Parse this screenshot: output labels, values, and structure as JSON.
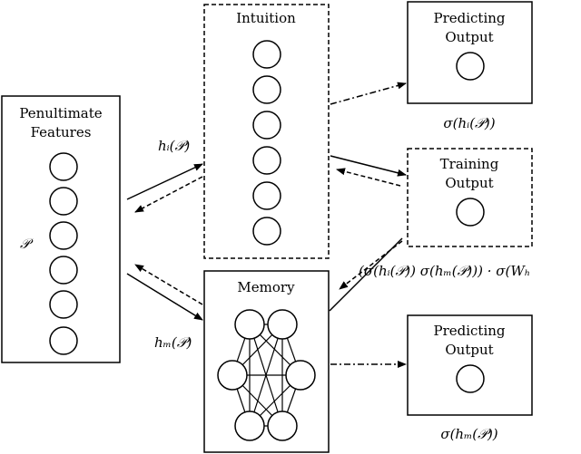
{
  "boxes": {
    "penultimate": {
      "label_line1": "Penultimate",
      "label_line2": "Features",
      "symbol": "𝒫"
    },
    "intuition": {
      "label": "Intuition"
    },
    "memory": {
      "label": "Memory"
    },
    "predicting_top": {
      "label_line1": "Predicting",
      "label_line2": "Output"
    },
    "training": {
      "label_line1": "Training",
      "label_line2": "Output"
    },
    "predicting_bottom": {
      "label_line1": "Predicting",
      "label_line2": "Output"
    }
  },
  "formulas": {
    "h_i": "hᵢ(𝒫)",
    "h_m": "hₘ(𝒫)",
    "sigma_hi": "σ(hᵢ(𝒫))",
    "sigma_hm": "σ(hₘ(𝒫))",
    "training_formula": "(σ(hᵢ(𝒫))   σ(hₘ(𝒫))) · σ(Wₕ"
  }
}
